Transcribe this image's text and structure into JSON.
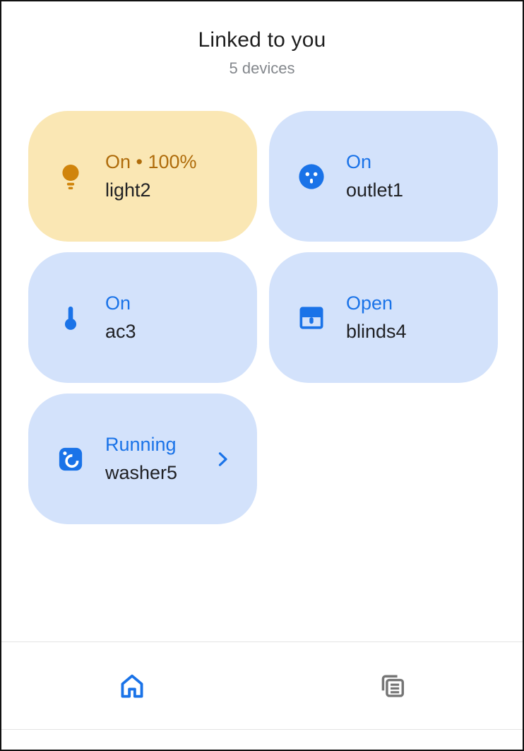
{
  "header": {
    "title": "Linked to you",
    "subtitle": "5 devices"
  },
  "devices": [
    {
      "name": "light2",
      "status": "On • 100%",
      "icon": "lightbulb-icon",
      "theme": "yellow",
      "chevron": false
    },
    {
      "name": "outlet1",
      "status": "On",
      "icon": "outlet-icon",
      "theme": "blue",
      "chevron": false
    },
    {
      "name": "ac3",
      "status": "On",
      "icon": "thermostat-icon",
      "theme": "blue",
      "chevron": false
    },
    {
      "name": "blinds4",
      "status": "Open",
      "icon": "blinds-icon",
      "theme": "blue",
      "chevron": false
    },
    {
      "name": "washer5",
      "status": "Running",
      "icon": "washer-icon",
      "theme": "blue",
      "chevron": true
    }
  ],
  "bottom_nav": {
    "items": [
      {
        "icon": "home-icon",
        "active": true
      },
      {
        "icon": "feed-icon",
        "active": false
      }
    ]
  },
  "colors": {
    "yellow_bg": "#FAE7B4",
    "yellow_fg": "#AF6C0B",
    "yellow_icon": "#D0840B",
    "blue_bg": "#D3E2FB",
    "blue_fg": "#1A73E8",
    "blue_icon": "#1A73E8",
    "nav_active": "#1A73E8",
    "nav_inactive": "#757575",
    "name_color": "#202124",
    "subtitle_color": "#83878C"
  }
}
